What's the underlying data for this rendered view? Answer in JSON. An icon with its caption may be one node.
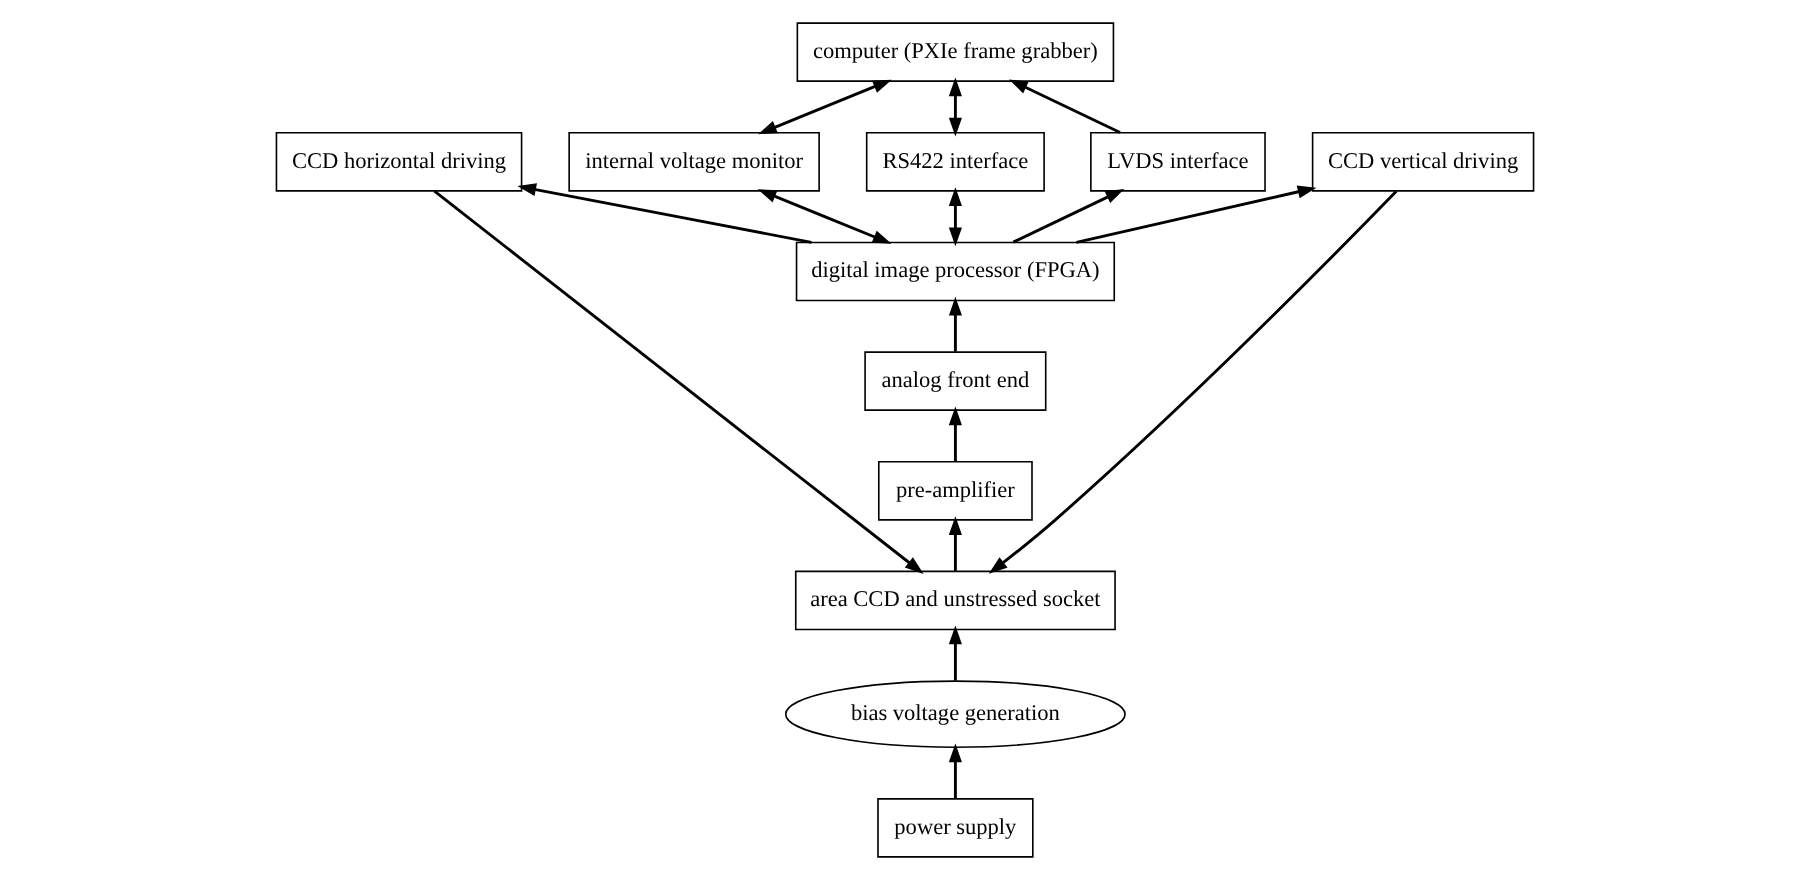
{
  "diagram": {
    "nodes": [
      {
        "text": [
          "area CCD and unstressed socket"
        ]
      },
      {
        "text": [
          "bias voltage generation"
        ]
      },
      {
        "text": [
          "power supply"
        ]
      },
      {
        "text": [
          "CCD horizontal driving"
        ]
      },
      {
        "text": [
          "pre-amplifier"
        ]
      },
      {
        "text": [
          "internal voltage monitor"
        ]
      },
      {
        "text": [
          "computer (PXIe frame grabber)"
        ]
      },
      {
        "text": [
          "CCD vertical driving"
        ]
      },
      {
        "text": [
          "analog front end"
        ]
      },
      {
        "text": [
          "RS422 interface"
        ]
      },
      {
        "text": [
          "digital image processor (FPGA)"
        ]
      },
      {
        "text": [
          "LVDS interface"
        ]
      }
    ],
    "edges": [
      {
        "from": 2,
        "to": 1,
        "arrow": "to"
      },
      {
        "from": 1,
        "to": 0,
        "arrow": "to"
      },
      {
        "from": 0,
        "to": 4,
        "arrow": "to"
      },
      {
        "from": 4,
        "to": 8,
        "arrow": "to"
      },
      {
        "from": 8,
        "to": 10,
        "arrow": "to"
      },
      {
        "from": 10,
        "to": 7,
        "arrow": "to"
      },
      {
        "from": 10,
        "to": 3,
        "arrow": "to"
      },
      {
        "from": 7,
        "to": 0,
        "arrow": "to"
      },
      {
        "from": 3,
        "to": 0,
        "arrow": "to"
      },
      {
        "from": 10,
        "to": 5,
        "arrow": "both"
      },
      {
        "from": 10,
        "to": 9,
        "arrow": "both"
      },
      {
        "from": 10,
        "to": 11,
        "arrow": "to"
      },
      {
        "from": 11,
        "to": 6,
        "arrow": "to"
      },
      {
        "from": 9,
        "to": 6,
        "arrow": "both"
      },
      {
        "from": 5,
        "to": 6,
        "arrow": "both"
      }
    ]
  }
}
